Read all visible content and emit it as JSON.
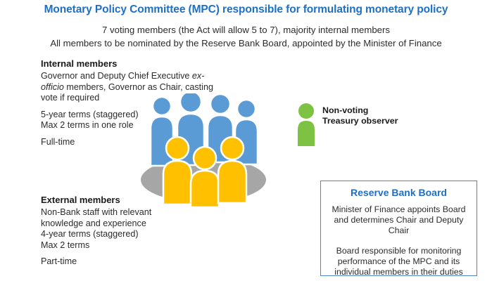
{
  "header": {
    "title": "Monetary Policy Committee (MPC) responsible for formulating monetary policy",
    "subtitle_line1": "7 voting members (the Act will allow 5 to 7), majority internal members",
    "subtitle_line2": "All members to be nominated by the Reserve Bank Board, appointed by the Minister of Finance"
  },
  "internal_members": {
    "heading": "Internal members",
    "para1_part1": "Governor and Deputy Chief Executive ",
    "para1_italic": "ex-officio",
    "para1_part2": " members, Governor as Chair, casting vote if required",
    "para2": "5-year terms (staggered) Max 2 terms in one role",
    "para2_line1": "5-year terms (staggered)",
    "para2_line2": "Max 2 terms in one role",
    "para3": "Full-time"
  },
  "external_members": {
    "heading": "External members",
    "para1_line1": "Non-Bank staff with relevant",
    "para1_line2": "knowledge and experience",
    "para1_line3": "4-year terms (staggered)",
    "para1_line4": "Max 2 terms",
    "para2": "Part-time"
  },
  "treasury_observer": {
    "line1": "Non-voting",
    "line2": "Treasury observer",
    "figure_icon": "person-icon"
  },
  "reserve_bank_board": {
    "title": "Reserve Bank Board",
    "para1": "Minister of Finance appoints Board and determines Chair and Deputy Chair",
    "para2": "Board responsible for monitoring performance of the MPC and its individual members in their duties"
  },
  "people_graphic": {
    "icon": "group-of-people-icon",
    "internal_count": 4,
    "external_count": 3,
    "internal_label": "internal members (blue)",
    "external_label": "external members (yellow)"
  },
  "colors": {
    "title_blue": "#1F6FC4",
    "internal_blue": "#5B9BD5",
    "external_yellow": "#FFC000",
    "observer_green": "#7DC242",
    "platform_gray": "#A6A6A6",
    "box_border": "#4A86C8",
    "body_text": "#2b2b2b",
    "background": "#ffffff"
  }
}
